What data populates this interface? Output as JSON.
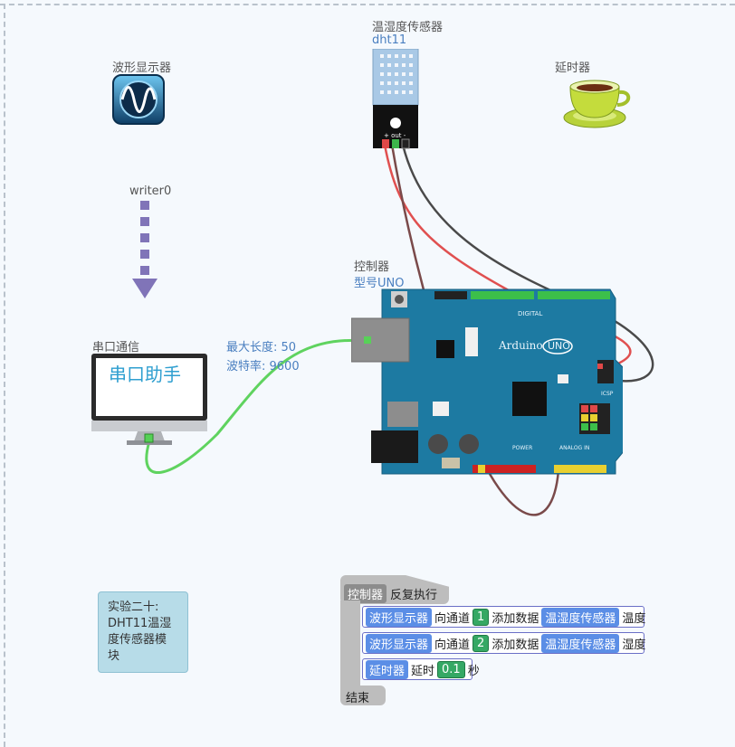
{
  "components": {
    "scope": {
      "label": "波形显示器"
    },
    "sensor": {
      "label": "温湿度传感器",
      "model": "dht11",
      "pins": "+ out -"
    },
    "delay": {
      "label": "延时器"
    },
    "writer": {
      "label": "writer0"
    },
    "controller": {
      "label": "控制器",
      "model": "型号UNO"
    },
    "serial": {
      "label": "串口通信",
      "screen_text": "串口助手"
    },
    "link": {
      "maxlen": "最大长度: 50",
      "baud": "波特率: 9600"
    },
    "board": {
      "brand": "Arduino",
      "model": "UNO",
      "digital": "DIGITAL",
      "power": "POWER",
      "analog": "ANALOG IN",
      "icsp": "ICSP"
    }
  },
  "note": {
    "text": "实验二十:\nDHT11温湿\n度传感器模\n块"
  },
  "program": {
    "hat": {
      "controller": "控制器",
      "loop": "反复执行"
    },
    "rows": [
      {
        "device": "波形显示器",
        "action": "向通道",
        "channel": "1",
        "verb": "添加数据",
        "source": "温湿度传感器",
        "field": "温度"
      },
      {
        "device": "波形显示器",
        "action": "向通道",
        "channel": "2",
        "verb": "添加数据",
        "source": "温湿度传感器",
        "field": "湿度"
      }
    ],
    "delay_row": {
      "device": "延时器",
      "action": "延时",
      "value": "0.1",
      "unit": "秒"
    },
    "end": "结束"
  }
}
